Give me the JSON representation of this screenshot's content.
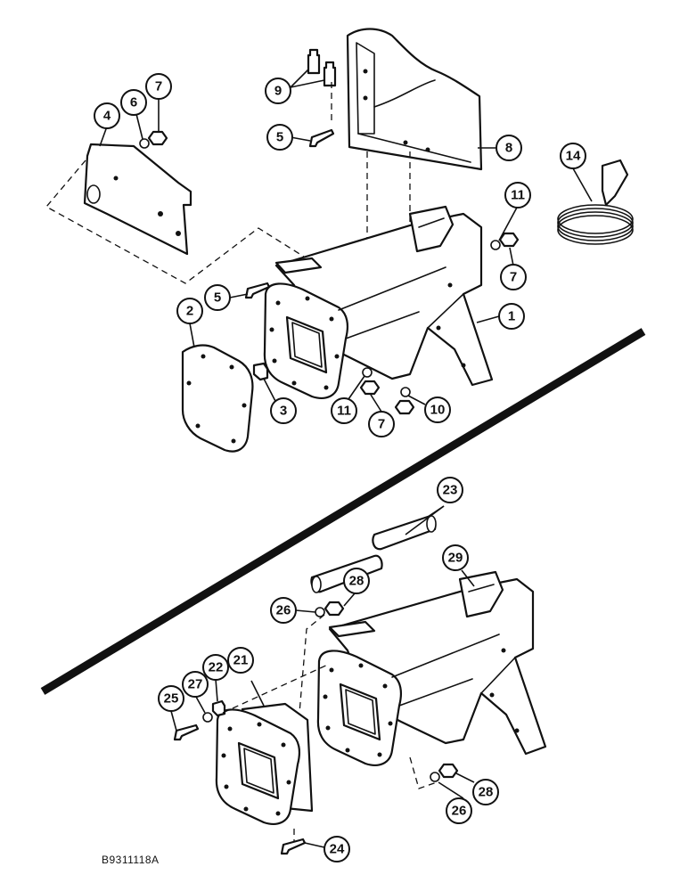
{
  "figure_id": "B9311118A",
  "callouts": [
    {
      "label": "1",
      "part": "axle-housing"
    },
    {
      "label": "2",
      "part": "cover-plate"
    },
    {
      "label": "3",
      "part": "plug"
    },
    {
      "label": "4",
      "part": "mounting-plate"
    },
    {
      "label": "5",
      "part": "bolt"
    },
    {
      "label": "5",
      "part": "bolt"
    },
    {
      "label": "6",
      "part": "washer"
    },
    {
      "label": "7",
      "part": "nut"
    },
    {
      "label": "7",
      "part": "nut"
    },
    {
      "label": "7",
      "part": "nut"
    },
    {
      "label": "8",
      "part": "bracket"
    },
    {
      "label": "9",
      "part": "bolt"
    },
    {
      "label": "10",
      "part": "washer"
    },
    {
      "label": "11",
      "part": "washer"
    },
    {
      "label": "11",
      "part": "washer"
    },
    {
      "label": "14",
      "part": "hose-coil"
    },
    {
      "label": "21",
      "part": "adapter-housing"
    },
    {
      "label": "22",
      "part": "plug"
    },
    {
      "label": "23",
      "part": "shaft"
    },
    {
      "label": "24",
      "part": "bolt"
    },
    {
      "label": "25",
      "part": "bolt"
    },
    {
      "label": "26",
      "part": "washer"
    },
    {
      "label": "26",
      "part": "washer"
    },
    {
      "label": "27",
      "part": "washer"
    },
    {
      "label": "28",
      "part": "nut"
    },
    {
      "label": "28",
      "part": "nut"
    },
    {
      "label": "29",
      "part": "axle-housing"
    }
  ]
}
